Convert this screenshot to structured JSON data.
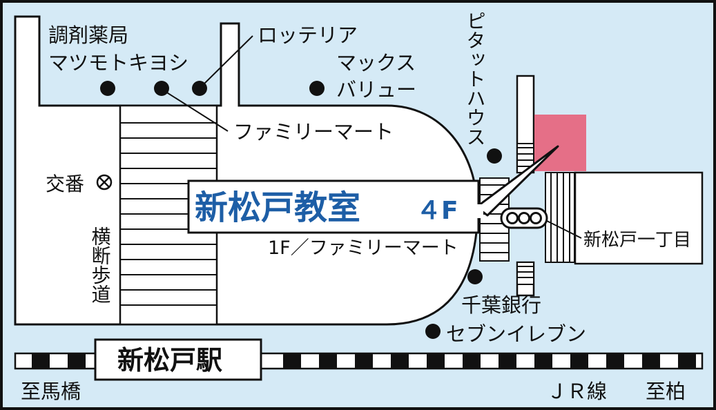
{
  "map": {
    "classroom": {
      "name": "新松戸教室",
      "floor": "４F"
    },
    "station": "新松戸駅",
    "railway": "ＪＲ線",
    "direction_west": "至馬橋",
    "direction_east": "至柏",
    "overpass": "横断歩道",
    "police_box": "交番",
    "building_ground_floor": "1F／ファミリーマート",
    "intersection": "新松戸一丁目",
    "landmarks": {
      "pharmacy_line1": "調剤薬局",
      "pharmacy_line2": "マツモトキヨシ",
      "lotteria": "ロッテリア",
      "maxvalu_line1": "マックス",
      "maxvalu_line2": "バリュー",
      "familymart": "ファミリーマート",
      "pizzahut": "ピタットハウス",
      "chiba_bank": "千葉銀行",
      "seven_eleven": "セブンイレブン"
    }
  },
  "colors": {
    "background": "#d5eaf6",
    "building": "#ffffff",
    "outline": "#111111",
    "accent_blue": "#1d5ea6",
    "target_pink": "#e56f87"
  }
}
